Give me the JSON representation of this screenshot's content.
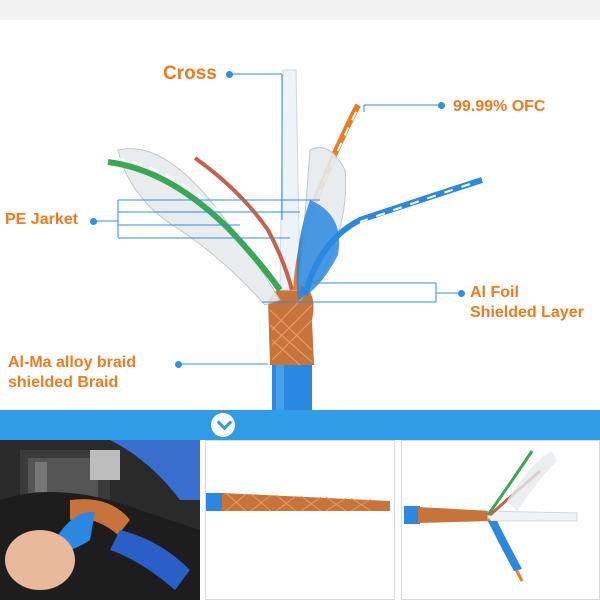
{
  "callouts": {
    "cross": "Cross",
    "ofc": "99.99% OFC",
    "pe_jacket": "PE Jarket",
    "al_foil_line1": "Al Foil",
    "al_foil_line2": "Shielded Layer",
    "braid_line1": "Al-Ma alloy braid",
    "braid_line2": "shielded Braid"
  },
  "colors": {
    "label_orange": "#f07a1e",
    "accent_blue": "#2f9be9",
    "leader_blue": "#2d8fe6",
    "copper_braid": "#c8733a",
    "jacket_blue": "#2a88e0"
  },
  "icons": {
    "divider_button": "chevron-down-icon"
  }
}
